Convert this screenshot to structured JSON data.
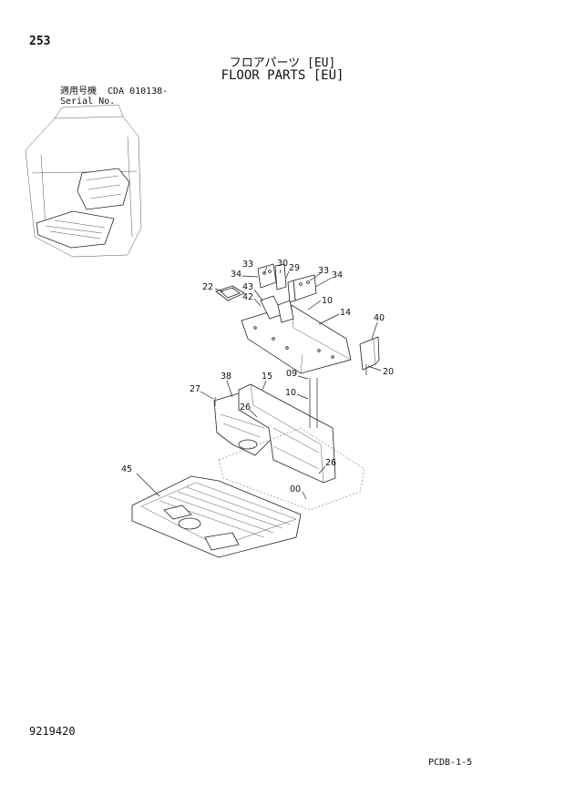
{
  "header": {
    "page_number": "253",
    "title_jp": "フロアパーツ [EU]",
    "title_en": "FLOOR PARTS [EU]",
    "serial_label_jp": "適用号機",
    "serial_label_en": "Serial No.",
    "serial_value": "CDA 010138-"
  },
  "diagram": {
    "callouts": [
      "33",
      "34",
      "30",
      "29",
      "33",
      "34",
      "22",
      "43",
      "42",
      "10",
      "14",
      "40",
      "20",
      "38",
      "15",
      "09",
      "27",
      "10",
      "26",
      "45",
      "26",
      "00"
    ]
  },
  "footer": {
    "doc_number": "9219420",
    "page_code": "PCDB-1-5"
  }
}
